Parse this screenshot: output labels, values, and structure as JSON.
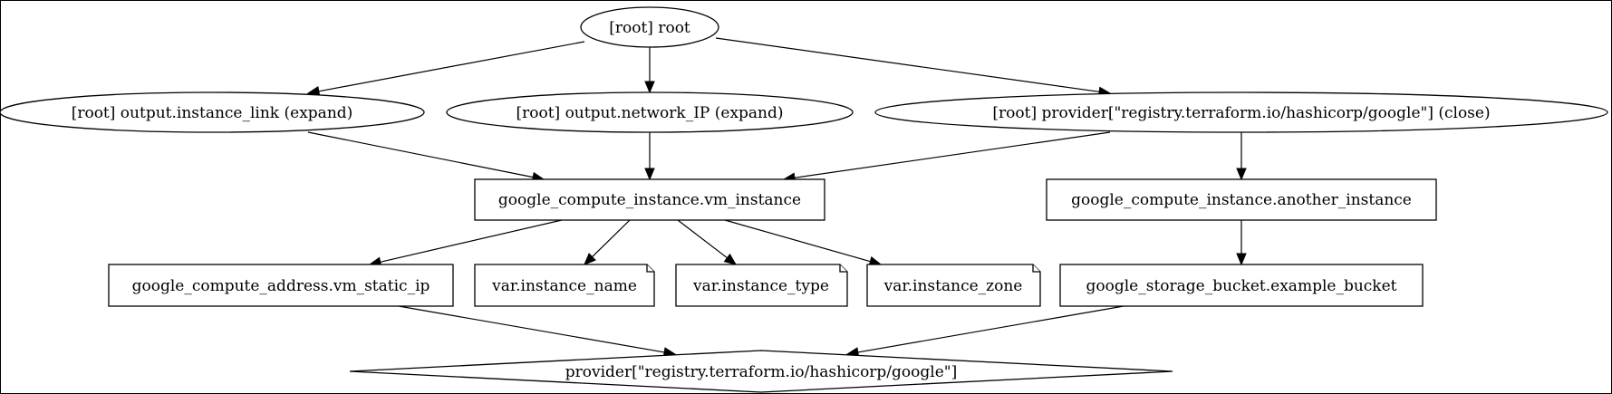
{
  "nodes": {
    "root": "[root] root",
    "out_link": "[root] output.instance_link (expand)",
    "out_ip": "[root] output.network_IP (expand)",
    "provider_close": "[root] provider[\"registry.terraform.io/hashicorp/google\"] (close)",
    "vm_instance": "google_compute_instance.vm_instance",
    "another_instance": "google_compute_instance.another_instance",
    "static_ip": "google_compute_address.vm_static_ip",
    "var_name": "var.instance_name",
    "var_type": "var.instance_type",
    "var_zone": "var.instance_zone",
    "bucket": "google_storage_bucket.example_bucket",
    "provider": "provider[\"registry.terraform.io/hashicorp/google\"]"
  },
  "edges": [
    [
      "root",
      "out_link"
    ],
    [
      "root",
      "out_ip"
    ],
    [
      "root",
      "provider_close"
    ],
    [
      "out_link",
      "vm_instance"
    ],
    [
      "out_ip",
      "vm_instance"
    ],
    [
      "provider_close",
      "vm_instance"
    ],
    [
      "provider_close",
      "another_instance"
    ],
    [
      "vm_instance",
      "static_ip"
    ],
    [
      "vm_instance",
      "var_name"
    ],
    [
      "vm_instance",
      "var_type"
    ],
    [
      "vm_instance",
      "var_zone"
    ],
    [
      "another_instance",
      "bucket"
    ],
    [
      "static_ip",
      "provider"
    ],
    [
      "bucket",
      "provider"
    ]
  ]
}
